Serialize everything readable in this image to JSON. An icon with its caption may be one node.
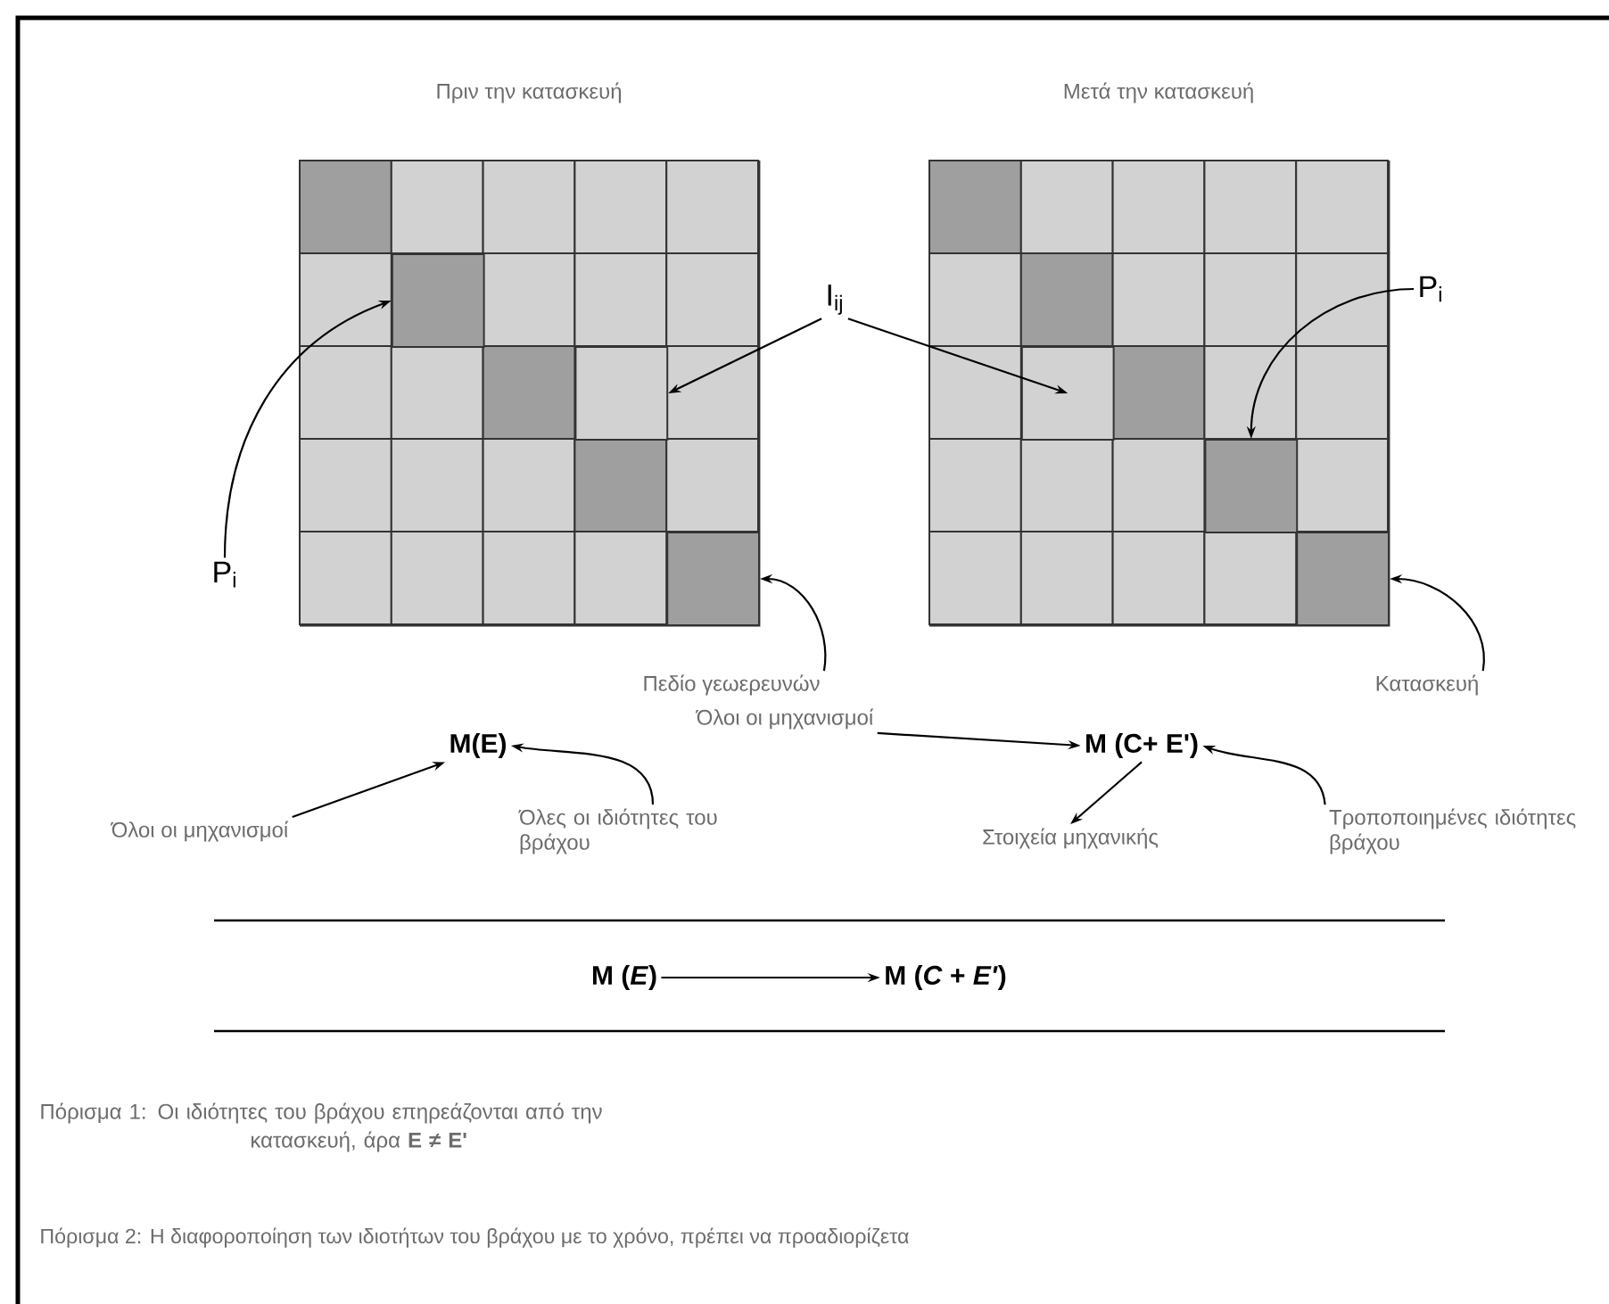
{
  "diagram": {
    "nodes": [
      {
        "text": [
          "Πριν την κατασκευή"
        ]
      },
      {
        "text": [],
        "shape": "box",
        "in": 0
      },
      {
        "text": [],
        "shape": "box",
        "in": 0
      },
      {
        "text": [],
        "shape": "box",
        "in": 0
      },
      {
        "text": [
          "Μετά την κατασκευή"
        ]
      },
      {
        "text": [],
        "shape": "box",
        "in": 4
      },
      {
        "text": [],
        "shape": "box",
        "in": 4
      },
      {
        "text": [],
        "shape": "box",
        "in": 4
      },
      {
        "text": [
          "P$_{i}$"
        ]
      },
      {
        "text": [
          "I$_{ij}$"
        ]
      },
      {
        "text": [
          "P$_{i}$"
        ]
      },
      {
        "text": [
          "Πεδίο γεωερευνών"
        ]
      },
      {
        "text": [
          "Κατασκευή"
        ]
      },
      {
        "text": [
          "M(E)"
        ]
      },
      {
        "text": [
          "M (C+ E')"
        ]
      },
      {
        "text": [
          "Όλοι οι μηχανισμοί"
        ]
      },
      {
        "text": [
          "Όλοι οι μηχανισμοί"
        ]
      },
      {
        "text": [
          "Όλες οι ιδιότητες του βράχου"
        ]
      },
      {
        "text": [
          "Στοιχεία μηχανικής"
        ]
      },
      {
        "text": [
          "Τροποποιημένες ιδιότητες βράχου"
        ]
      },
      {
        "text": [
          "M (*E*)"
        ]
      },
      {
        "text": [
          "M (*C* + *E'*)"
        ]
      }
    ],
    "edges": [
      {
        "from": 8,
        "to": 1,
        "arrow": "to"
      },
      {
        "from": 9,
        "to": 2,
        "arrow": "to"
      },
      {
        "from": 9,
        "to": 5,
        "arrow": "to"
      },
      {
        "from": 10,
        "to": 6,
        "arrow": "to"
      },
      {
        "from": 11,
        "to": 3,
        "arrow": "to"
      },
      {
        "from": 12,
        "to": 7,
        "arrow": "to"
      },
      {
        "from": 16,
        "to": 13,
        "arrow": "to"
      },
      {
        "from": 17,
        "to": 13,
        "arrow": "to"
      },
      {
        "from": 15,
        "to": 14,
        "arrow": "to"
      },
      {
        "from": 14,
        "to": 18,
        "arrow": "to"
      },
      {
        "from": 19,
        "to": 14,
        "arrow": "to"
      },
      {
        "from": 20,
        "to": 21,
        "arrow": "to"
      }
    ],
    "labels": [
      "Πόρισμα 1: Οι ιδιότητες του βράχου επηρεάζονται από την κατασκευή, άρα **E ≠ E'**",
      "Πόρισμα 2: Η διαφοροποίηση των ιδιοτήτων του βράχου με το χρόνο, πρέπει να προαδιορίζετα"
    ]
  }
}
